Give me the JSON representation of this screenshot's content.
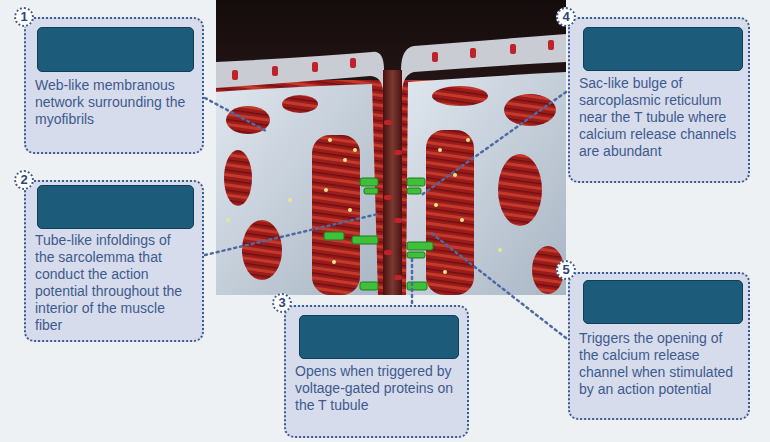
{
  "diagram": {
    "nodes": [
      {
        "text": [
          "Web-like membranous network surrounding the myofibrils"
        ]
      },
      {
        "text": [
          "Tube-like infoldings of the sarcolemma that conduct the action potential throughout the interior of the muscle fiber"
        ]
      },
      {
        "text": [
          "Opens when triggered by voltage-gated proteins on the T tubule"
        ]
      },
      {
        "text": [
          "Sac-like bulge of sarcoplasmic reticulum near the T tubule where calcium release channels are abundant"
        ]
      },
      {
        "text": [
          "Triggers the opening of the calcium release channel when stimulated by an action potential"
        ]
      }
    ],
    "labels": [
      "1",
      "2",
      "3",
      "4",
      "5"
    ]
  }
}
